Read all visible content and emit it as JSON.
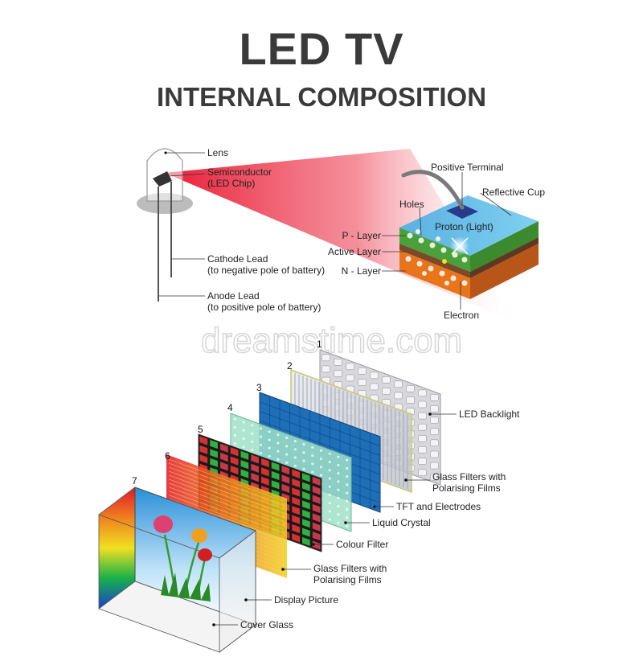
{
  "title": "LED TV",
  "subtitle": "INTERNAL COMPOSITION",
  "watermark": "dreamstime.com",
  "led": {
    "lens": "Lens",
    "semiconductor_1": "Semiconductor",
    "semiconductor_2": "(LED Chip)",
    "cathode_1": "Cathode Lead",
    "cathode_2": "(to negative pole of battery)",
    "anode_1": "Anode Lead",
    "anode_2": "(to positive pole of battery)"
  },
  "chip": {
    "positive_terminal": "Positive Terminal",
    "reflective_cup": "Reflective Cup",
    "holes": "Holes",
    "proton": "Proton (Light)",
    "p_layer": "P - Layer",
    "active_layer": "Active Layer",
    "n_layer": "N - Layer",
    "electron": "Electron"
  },
  "layers": {
    "n1": "1",
    "n2": "2",
    "n3": "3",
    "n4": "4",
    "n5": "5",
    "n6": "6",
    "n7": "7",
    "led_backlight": "LED Backlight",
    "glass_filters_back_1": "Glass Filters with",
    "glass_filters_back_2": "Polarising Films",
    "tft": "TFT and Electrodes",
    "liquid_crystal": "Liquid Crystal",
    "colour_filter": "Colour Filter",
    "glass_filters_front_1": "Glass Filters with",
    "glass_filters_front_2": "Polarising Films",
    "display_picture": "Display Picture",
    "cover_glass": "Cover Glass"
  },
  "colors": {
    "title": "#3a3a3a",
    "beam": "#e8102a",
    "p_layer": "#4aa03a",
    "n_layer": "#e8741c",
    "tft_panel": "#1e6fb8",
    "crystal_panel": "#9fe0c8"
  }
}
